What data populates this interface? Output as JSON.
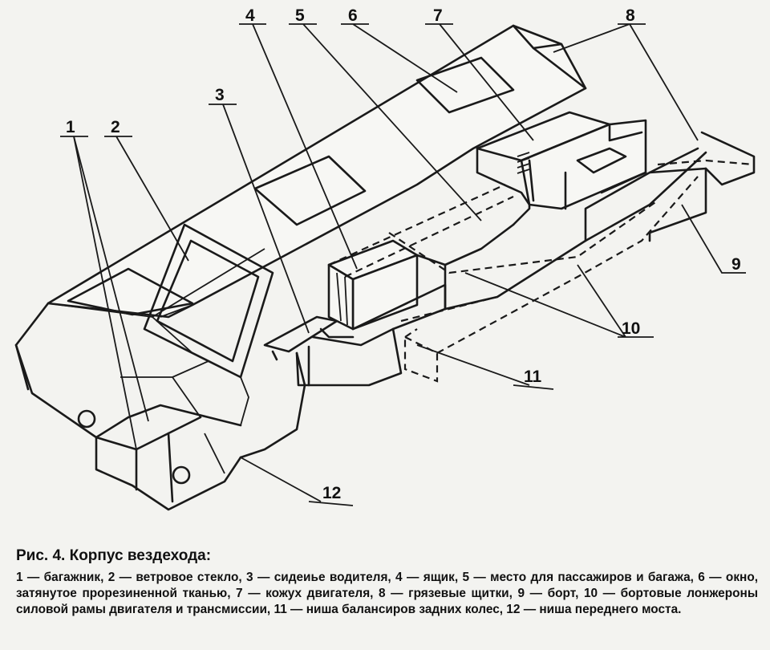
{
  "figure": {
    "callouts": [
      "1",
      "2",
      "3",
      "4",
      "5",
      "6",
      "7",
      "8",
      "9",
      "10",
      "11",
      "12"
    ]
  },
  "caption": {
    "title": "Рис. 4. Корпус вездехода:",
    "text": "1 — багажник, 2 — ветровое стекло, 3 — сидеиье водителя, 4 — ящик, 5 — место для пассажиров и багажа, 6 — окно, затянутое прорезиненной тканью, 7 — кожух двигателя, 8 — грязевые щитки, 9 — борт, 10 — бортовые лонжероны силовой рамы двигателя и трансмиссии, 11 — ниша балансиров задних колес, 12 — ниша переднего моста."
  }
}
